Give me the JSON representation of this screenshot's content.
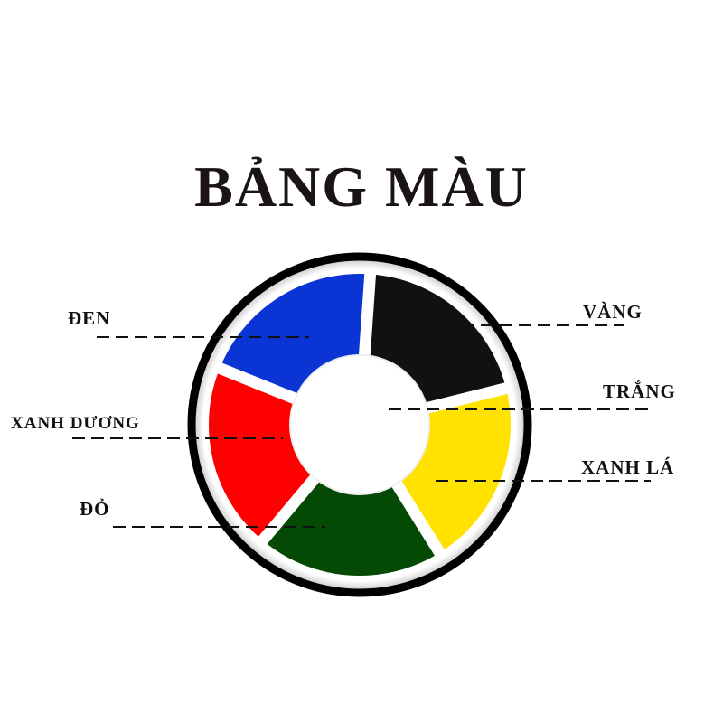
{
  "title": "BẢNG MÀU",
  "segments": [
    {
      "name": "black",
      "label": "ĐEN",
      "color": "#111111"
    },
    {
      "name": "yellow",
      "label": "VÀNG",
      "color": "#ffe200"
    },
    {
      "name": "green",
      "label": "XANH LÁ",
      "color": "#044a04"
    },
    {
      "name": "red",
      "label": "ĐỎ",
      "color": "#ff0000"
    },
    {
      "name": "blue",
      "label": "XANH DƯƠNG",
      "color": "#0a35d4"
    }
  ],
  "center": {
    "label": "TRẮNG",
    "color": "#ffffff"
  }
}
